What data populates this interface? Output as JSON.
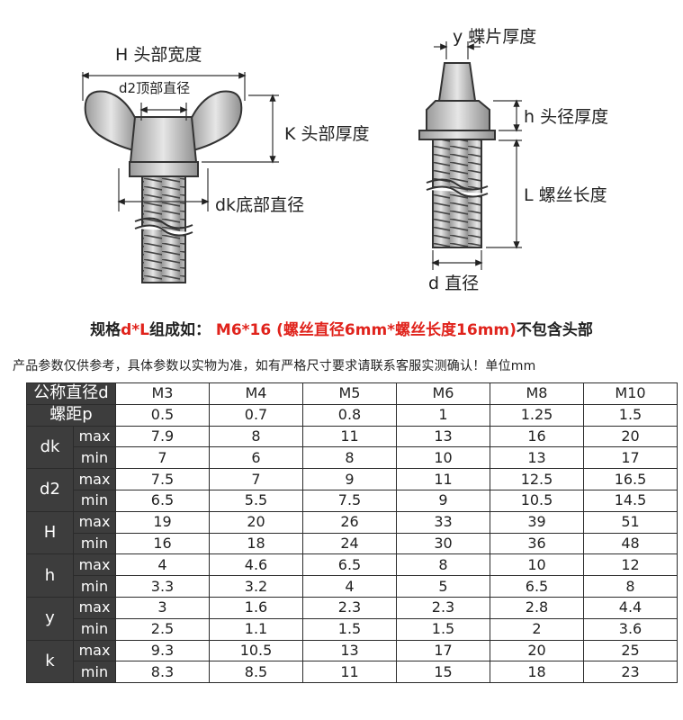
{
  "diagram": {
    "labels": {
      "H": "H 头部宽度",
      "d2": "d2顶部直径",
      "K": "K 头部厚度",
      "dk": "dk底部直径",
      "y": "y 蝶片厚度",
      "h": "h 头径厚度",
      "L": "L 螺丝长度",
      "d": "d 直径"
    }
  },
  "spec": {
    "prefix": "规格",
    "code": "d*L",
    "middle": "组成如：",
    "example": "M6*16 (螺丝直径6mm*螺丝长度16mm)",
    "suffix": "不包含头部"
  },
  "note": "产品参数仅供参考，具体参数以实物为准，如有严格尺寸要求请联系客服实测确认！单位mm",
  "table": {
    "nominal_label": "公称直径d",
    "pitch_label": "螺距p",
    "sizes": [
      "M3",
      "M4",
      "M5",
      "M6",
      "M8",
      "M10"
    ],
    "pitch": [
      "0.5",
      "0.7",
      "0.8",
      "1",
      "1.25",
      "1.5"
    ],
    "max_label": "max",
    "min_label": "min",
    "params": [
      {
        "name": "dk",
        "max": [
          "7.9",
          "8",
          "11",
          "13",
          "16",
          "20"
        ],
        "min": [
          "7",
          "6",
          "8",
          "10",
          "13",
          "17"
        ]
      },
      {
        "name": "d2",
        "max": [
          "7.5",
          "7",
          "9",
          "11",
          "12.5",
          "16.5"
        ],
        "min": [
          "6.5",
          "5.5",
          "7.5",
          "9",
          "10.5",
          "14.5"
        ]
      },
      {
        "name": "H",
        "max": [
          "19",
          "20",
          "26",
          "33",
          "39",
          "51"
        ],
        "min": [
          "16",
          "18",
          "24",
          "30",
          "36",
          "48"
        ]
      },
      {
        "name": "h",
        "max": [
          "4",
          "4.6",
          "6.5",
          "8",
          "10",
          "12"
        ],
        "min": [
          "3.3",
          "3.2",
          "4",
          "5",
          "6.5",
          "8"
        ]
      },
      {
        "name": "y",
        "max": [
          "3",
          "1.6",
          "2.3",
          "2.3",
          "2.8",
          "4.4"
        ],
        "min": [
          "2.5",
          "1.1",
          "1.5",
          "1.5",
          "2",
          "3.6"
        ]
      },
      {
        "name": "k",
        "max": [
          "9.3",
          "10.5",
          "13",
          "17",
          "20",
          "25"
        ],
        "min": [
          "8.3",
          "8.5",
          "11",
          "15",
          "18",
          "23"
        ]
      }
    ]
  }
}
